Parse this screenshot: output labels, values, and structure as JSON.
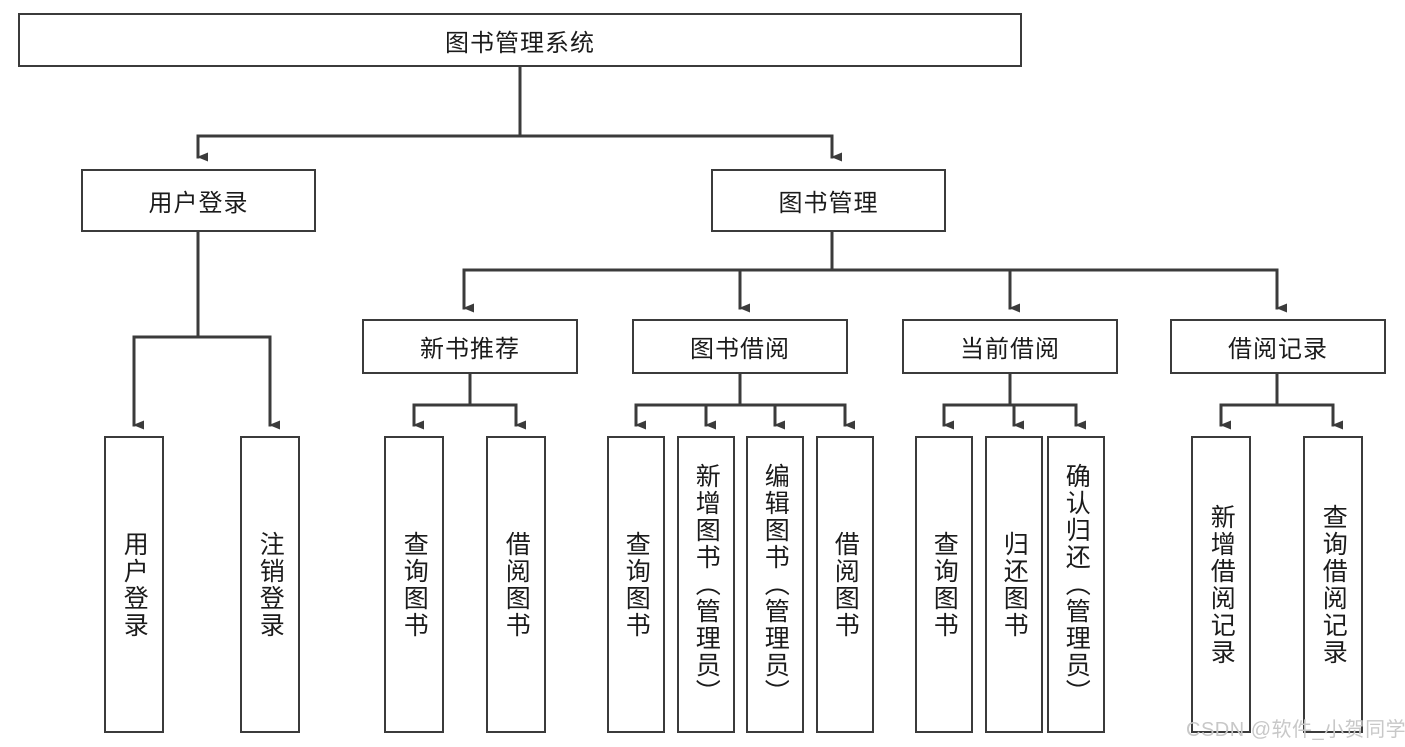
{
  "diagram": {
    "type": "hierarchy-tree",
    "title": "图书管理系统",
    "background_color": "#ffffff",
    "line_color": "#3b3b3b",
    "text_color": "#1b1b1b",
    "watermark": "CSDN @软件_小贺同学",
    "levels": {
      "root": "图书管理系统",
      "level2": [
        "用户登录",
        "图书管理"
      ],
      "level3": [
        "新书推荐",
        "图书借阅",
        "当前借阅",
        "借阅记录"
      ]
    },
    "nodes": {
      "root": {
        "label": "图书管理系统"
      },
      "user_login": {
        "label": "用户登录"
      },
      "book_manage": {
        "label": "图书管理"
      },
      "new_book_rec": {
        "label": "新书推荐"
      },
      "book_borrow": {
        "label": "图书借阅"
      },
      "current_borrow": {
        "label": "当前借阅"
      },
      "borrow_record": {
        "label": "借阅记录"
      },
      "leaf_user_login": {
        "label": "用户登录"
      },
      "leaf_logout": {
        "label": "注销登录"
      },
      "leaf_query_book_1": {
        "label": "查询图书"
      },
      "leaf_borrow_book_1": {
        "label": "借阅图书"
      },
      "leaf_query_book_2": {
        "label": "查询图书"
      },
      "leaf_add_book_admin": {
        "label": "新增图书（管理员）"
      },
      "leaf_edit_book_admin": {
        "label": "编辑图书（管理员）"
      },
      "leaf_borrow_book_2": {
        "label": "借阅图书"
      },
      "leaf_query_book_3": {
        "label": "查询图书"
      },
      "leaf_return_book": {
        "label": "归还图书"
      },
      "leaf_confirm_return_admin": {
        "label": "确认归还（管理员）"
      },
      "leaf_add_borrow_record": {
        "label": "新增借阅记录"
      },
      "leaf_query_borrow_record": {
        "label": "查询借阅记录"
      }
    },
    "tree": [
      {
        "label": "图书管理系统",
        "children": [
          {
            "label": "用户登录",
            "children": [
              {
                "label": "用户登录"
              },
              {
                "label": "注销登录"
              }
            ]
          },
          {
            "label": "图书管理",
            "children": [
              {
                "label": "新书推荐",
                "children": [
                  {
                    "label": "查询图书"
                  },
                  {
                    "label": "借阅图书"
                  }
                ]
              },
              {
                "label": "图书借阅",
                "children": [
                  {
                    "label": "查询图书"
                  },
                  {
                    "label": "新增图书（管理员）"
                  },
                  {
                    "label": "编辑图书（管理员）"
                  },
                  {
                    "label": "借阅图书"
                  }
                ]
              },
              {
                "label": "当前借阅",
                "children": [
                  {
                    "label": "查询图书"
                  },
                  {
                    "label": "归还图书"
                  },
                  {
                    "label": "确认归还（管理员）"
                  }
                ]
              },
              {
                "label": "借阅记录",
                "children": [
                  {
                    "label": "新增借阅记录"
                  },
                  {
                    "label": "查询借阅记录"
                  }
                ]
              }
            ]
          }
        ]
      }
    ]
  }
}
